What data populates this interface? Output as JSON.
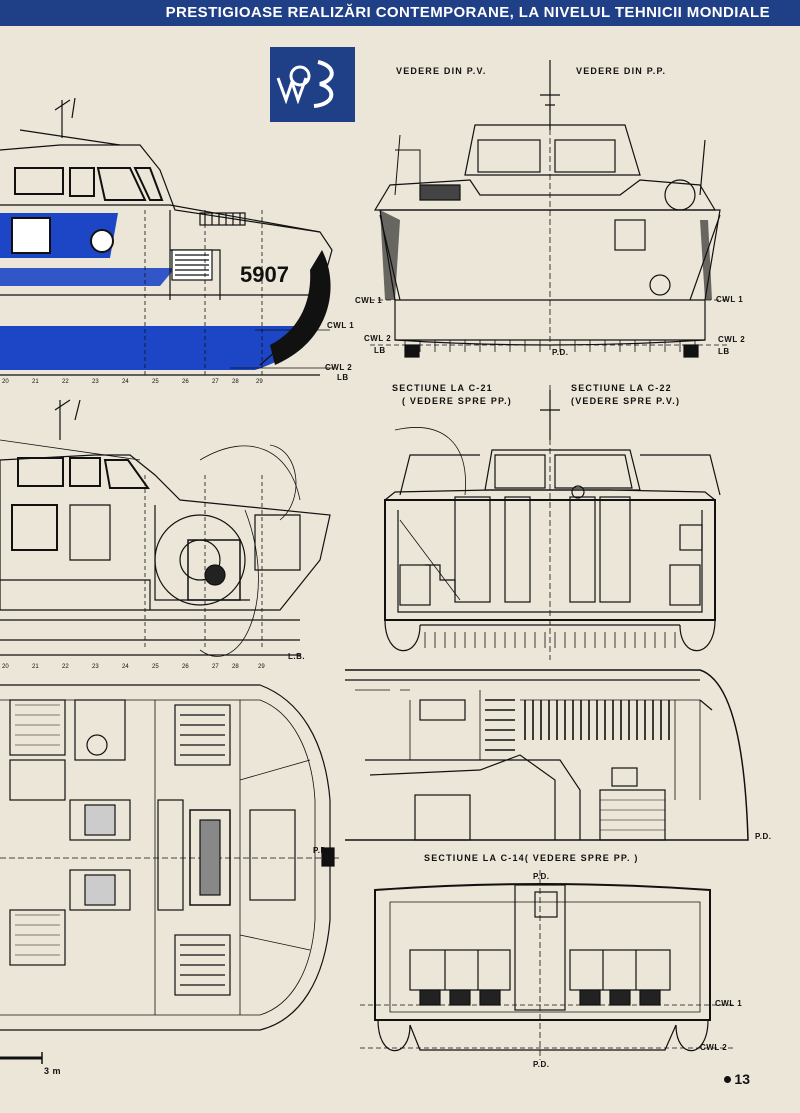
{
  "banner": "PRESTIGIOASE REALIZĂRI CONTEMPORANE, LA NIVELUL TEHNICII MONDIALE",
  "hull_number": "5907",
  "views": {
    "front_left": "VEDERE DIN P.V.",
    "front_right": "VEDERE DIN P.P.",
    "section_c21": "SECTIUNE LA C-21",
    "section_c21_sub": "( VEDERE SPRE PP.)",
    "section_c22": "SECTIUNE LA C-22",
    "section_c22_sub": "(VEDERE SPRE P.V.)",
    "section_c14": "SECTIUNE LA C-14( VEDERE SPRE PP. )"
  },
  "waterlines": {
    "cwl1": "CWL 1",
    "cwl2": "CWL 2",
    "lb": "LB",
    "l_b": "L.B.",
    "pd": "P.D."
  },
  "frame_numbers": [
    "20",
    "21",
    "22",
    "23",
    "24",
    "25",
    "26",
    "27",
    "28",
    "29"
  ],
  "scale_label": "3 m",
  "page_number": "13",
  "colors": {
    "banner": "#1f3f86",
    "hull_blue": "#1c46c6",
    "paper": "#ece6d8",
    "ink": "#111111"
  }
}
